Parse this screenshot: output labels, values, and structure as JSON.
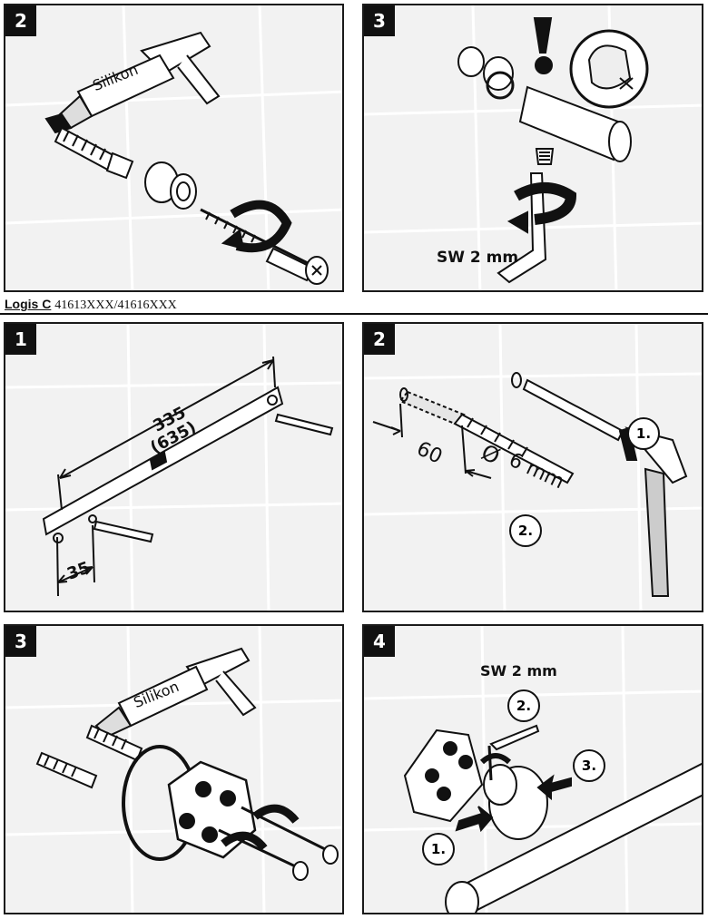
{
  "top": {
    "panel_a": {
      "step": "2",
      "tube_label": "Silikon"
    },
    "panel_b": {
      "step": "3",
      "tool_label": "SW 2 mm"
    }
  },
  "model": {
    "name": "Logis C",
    "codes": "41613XXX/41616XXX"
  },
  "bottom": {
    "panel_1": {
      "step": "1",
      "dim_main": "335",
      "dim_alt": "(635)",
      "dim_edge": "35"
    },
    "panel_2": {
      "step": "2",
      "depth": "60",
      "diameter": "6 mm",
      "diameter_symbol": "Ø",
      "order_1": "1.",
      "order_2": "2."
    },
    "panel_3": {
      "step": "3",
      "tube_label": "Silikon"
    },
    "panel_4": {
      "step": "4",
      "tool_label": "SW 2 mm",
      "order_1": "1.",
      "order_2": "2.",
      "order_3": "3."
    }
  },
  "colors": {
    "ink": "#111111",
    "panel_bg": "#f2f2f2",
    "tile_line": "#ffffff"
  }
}
